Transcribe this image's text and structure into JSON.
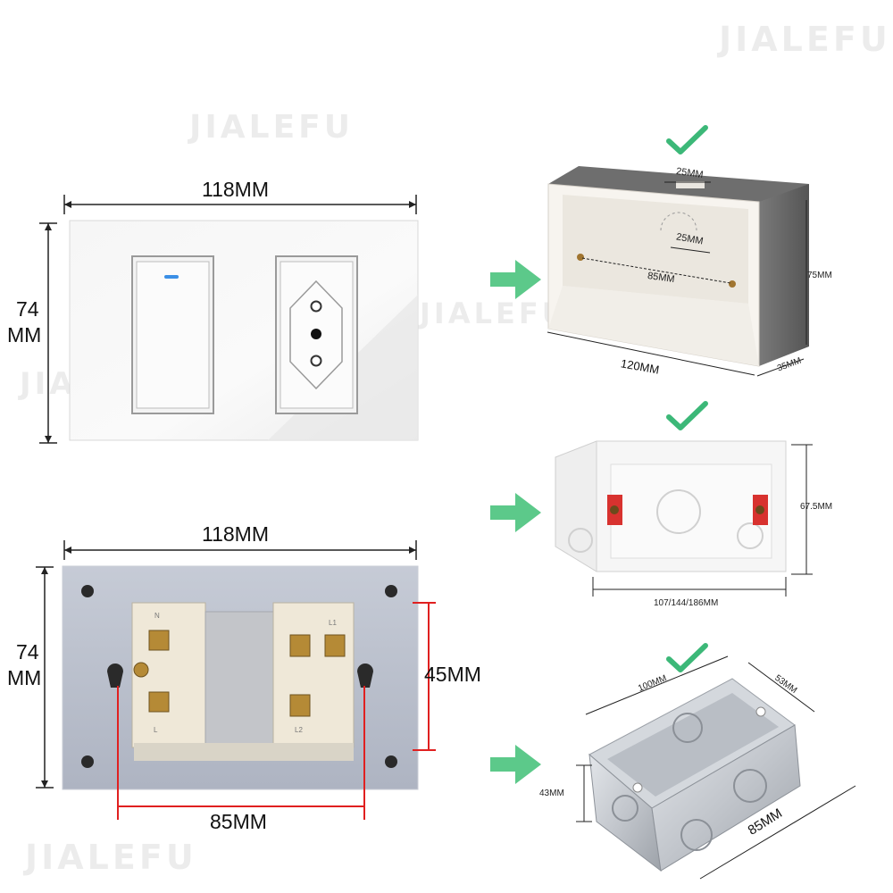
{
  "watermark": "JIALEFU",
  "front_panel": {
    "width_label": "118MM",
    "height_label_top": "74",
    "height_label_bottom": "MM"
  },
  "back_panel": {
    "width_label": "118MM",
    "height_label_top": "74",
    "height_label_bottom": "MM",
    "inner_height_label": "45MM",
    "hole_spacing_label": "85MM",
    "terminal_labels": [
      "N",
      "L",
      "L1",
      "L2"
    ]
  },
  "box_plastic_1": {
    "top_slot_label": "25MM",
    "inner_slot_label": "25MM",
    "hole_spacing_label": "85MM",
    "length_label": "120MM",
    "height_label": "75MM",
    "depth_label": "35MM"
  },
  "box_plastic_2": {
    "height_label": "67.5MM",
    "length_label": "107/144/186MM"
  },
  "box_metal": {
    "length_label": "100MM",
    "width_label": "53MM",
    "height_label": "43MM",
    "bottom_label": "85MM"
  },
  "colors": {
    "accent_green": "#5cc98a",
    "check_green": "#3cb878",
    "dim_red": "#e02020",
    "line": "#222222"
  },
  "icons": [
    "checkmark-icon",
    "arrow-right-icon"
  ]
}
